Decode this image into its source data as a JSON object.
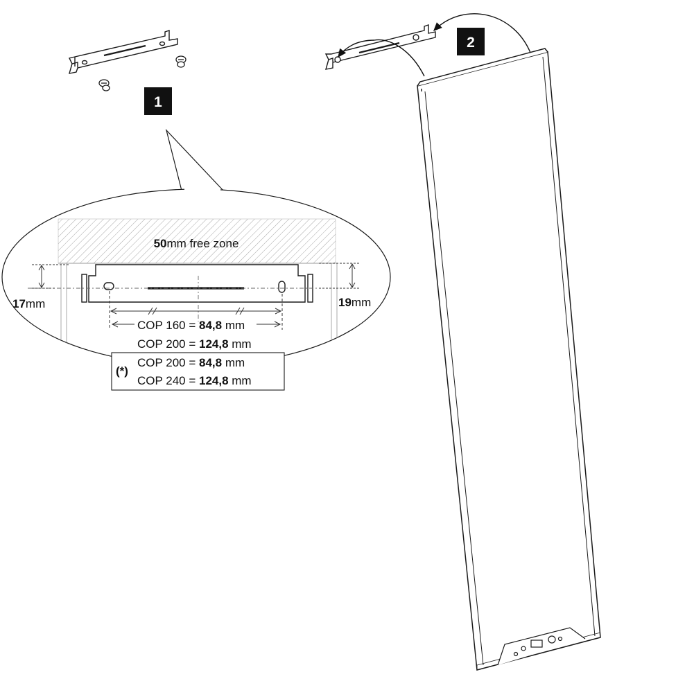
{
  "steps": {
    "step1": "1",
    "step2": "2"
  },
  "detail": {
    "free_zone_value": "50",
    "free_zone_text": "mm free zone",
    "left_offset_value": "17",
    "left_offset_unit": "mm",
    "right_offset_value": "19",
    "right_offset_unit": "mm",
    "spacing": [
      {
        "label": "COP 160 = ",
        "value": "84,8",
        "unit": " mm"
      },
      {
        "label": "COP 200 = ",
        "value": "124,8",
        "unit": " mm"
      }
    ],
    "note_marker": "(*)",
    "note_spacing": [
      {
        "label": "COP 200 = ",
        "value": "84,8",
        "unit": " mm"
      },
      {
        "label": "COP 240 = ",
        "value": "124,8",
        "unit": " mm"
      }
    ]
  },
  "colors": {
    "line": "#1a1a1a",
    "badge": "#111111",
    "hatch": "#9a9a9a"
  }
}
